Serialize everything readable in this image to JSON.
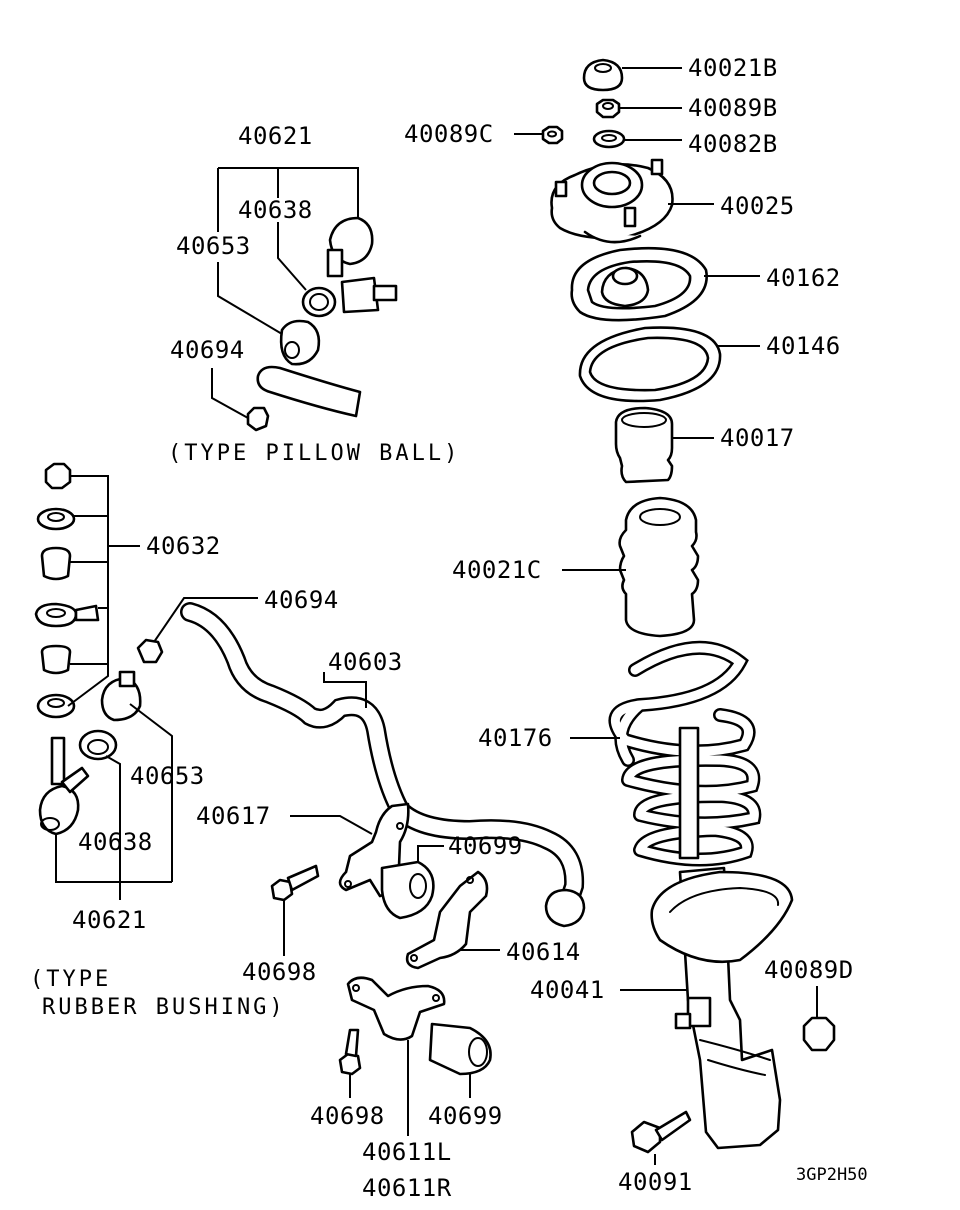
{
  "diagram": {
    "callouts": [
      {
        "id": "40021B",
        "text": "40021B"
      },
      {
        "id": "40089B",
        "text": "40089B"
      },
      {
        "id": "40089C",
        "text": "40089C"
      },
      {
        "id": "40082B",
        "text": "40082B"
      },
      {
        "id": "40025",
        "text": "40025"
      },
      {
        "id": "40162",
        "text": "40162"
      },
      {
        "id": "40146",
        "text": "40146"
      },
      {
        "id": "40017",
        "text": "40017"
      },
      {
        "id": "40021C",
        "text": "40021C"
      },
      {
        "id": "40176",
        "text": "40176"
      },
      {
        "id": "40041",
        "text": "40041"
      },
      {
        "id": "40089D",
        "text": "40089D"
      },
      {
        "id": "40091",
        "text": "40091"
      },
      {
        "id": "40621-top",
        "text": "40621"
      },
      {
        "id": "40638-top",
        "text": "40638"
      },
      {
        "id": "40653-top",
        "text": "40653"
      },
      {
        "id": "40694-top",
        "text": "40694"
      },
      {
        "id": "40632",
        "text": "40632"
      },
      {
        "id": "40694-mid",
        "text": "40694"
      },
      {
        "id": "40603",
        "text": "40603"
      },
      {
        "id": "40653-bot",
        "text": "40653"
      },
      {
        "id": "40638-bot",
        "text": "40638"
      },
      {
        "id": "40621-bot",
        "text": "40621"
      },
      {
        "id": "40617",
        "text": "40617"
      },
      {
        "id": "40699-a",
        "text": "40699"
      },
      {
        "id": "40614",
        "text": "40614"
      },
      {
        "id": "40698-a",
        "text": "40698"
      },
      {
        "id": "40698-b",
        "text": "40698"
      },
      {
        "id": "40699-b",
        "text": "40699"
      },
      {
        "id": "40611L",
        "text": "40611L"
      },
      {
        "id": "40611R",
        "text": "40611R"
      }
    ],
    "notes": {
      "pillow_ball": "(TYPE PILLOW BALL)",
      "rubber_bushing_line1": "(TYPE",
      "rubber_bushing_line2": "RUBBER BUSHING)"
    },
    "drawing_code": "3GP2H50"
  }
}
